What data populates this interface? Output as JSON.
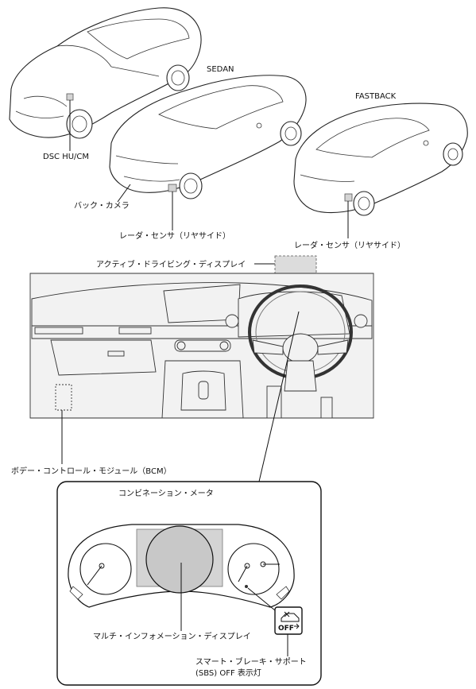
{
  "labels": {
    "sedan": "SEDAN",
    "fastback": "FASTBACK",
    "dsc": "DSC HU/CM",
    "back_camera": "バック・カメラ",
    "radar_sedan": "レーダ・センサ（リヤサイド）",
    "radar_fastback": "レーダ・センサ（リヤサイド）",
    "active_display": "アクティブ・ドライビング・ディスプレイ",
    "bcm": "ボデー・コントロール・モジュール（BCM）",
    "combination_meter": "コンビネーション・メータ",
    "multi_info": "マルチ・インフォメーション・ディスプレイ",
    "sbs_line1": "スマート・ブレーキ・サポート",
    "sbs_line2": "(SBS) OFF 表示灯",
    "sbs_icon_text": "OFF"
  },
  "icons": {
    "car_front": "car-front-icon",
    "sbs_off": "sbs-off-indicator-icon"
  }
}
